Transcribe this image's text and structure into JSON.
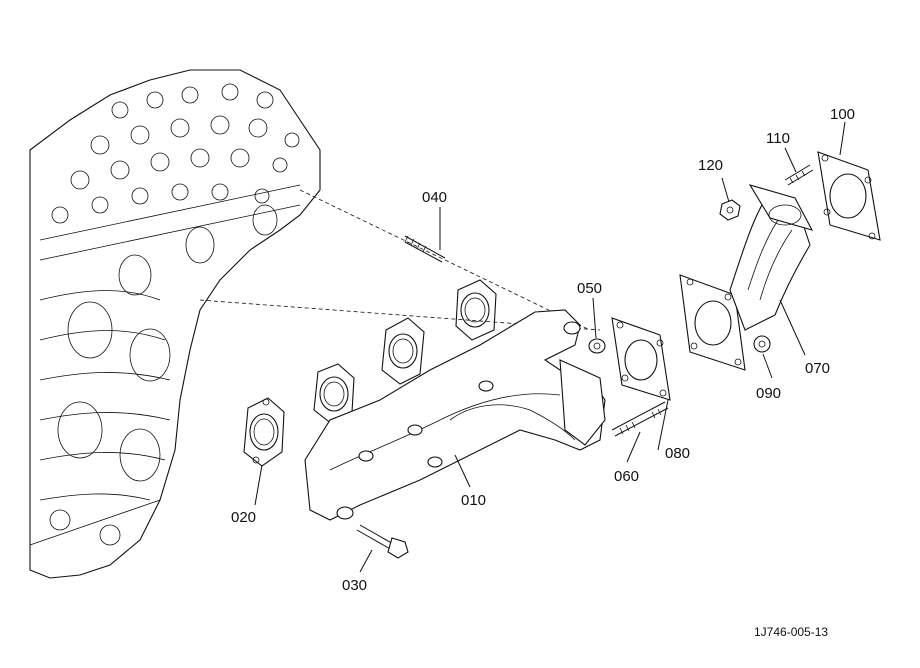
{
  "callouts": {
    "p010": "010",
    "p020": "020",
    "p030": "030",
    "p040": "040",
    "p050": "050",
    "p060": "060",
    "p070": "070",
    "p080": "080",
    "p090": "090",
    "p100": "100",
    "p110": "110",
    "p120": "120"
  },
  "figure_code": "1J746-005-13"
}
